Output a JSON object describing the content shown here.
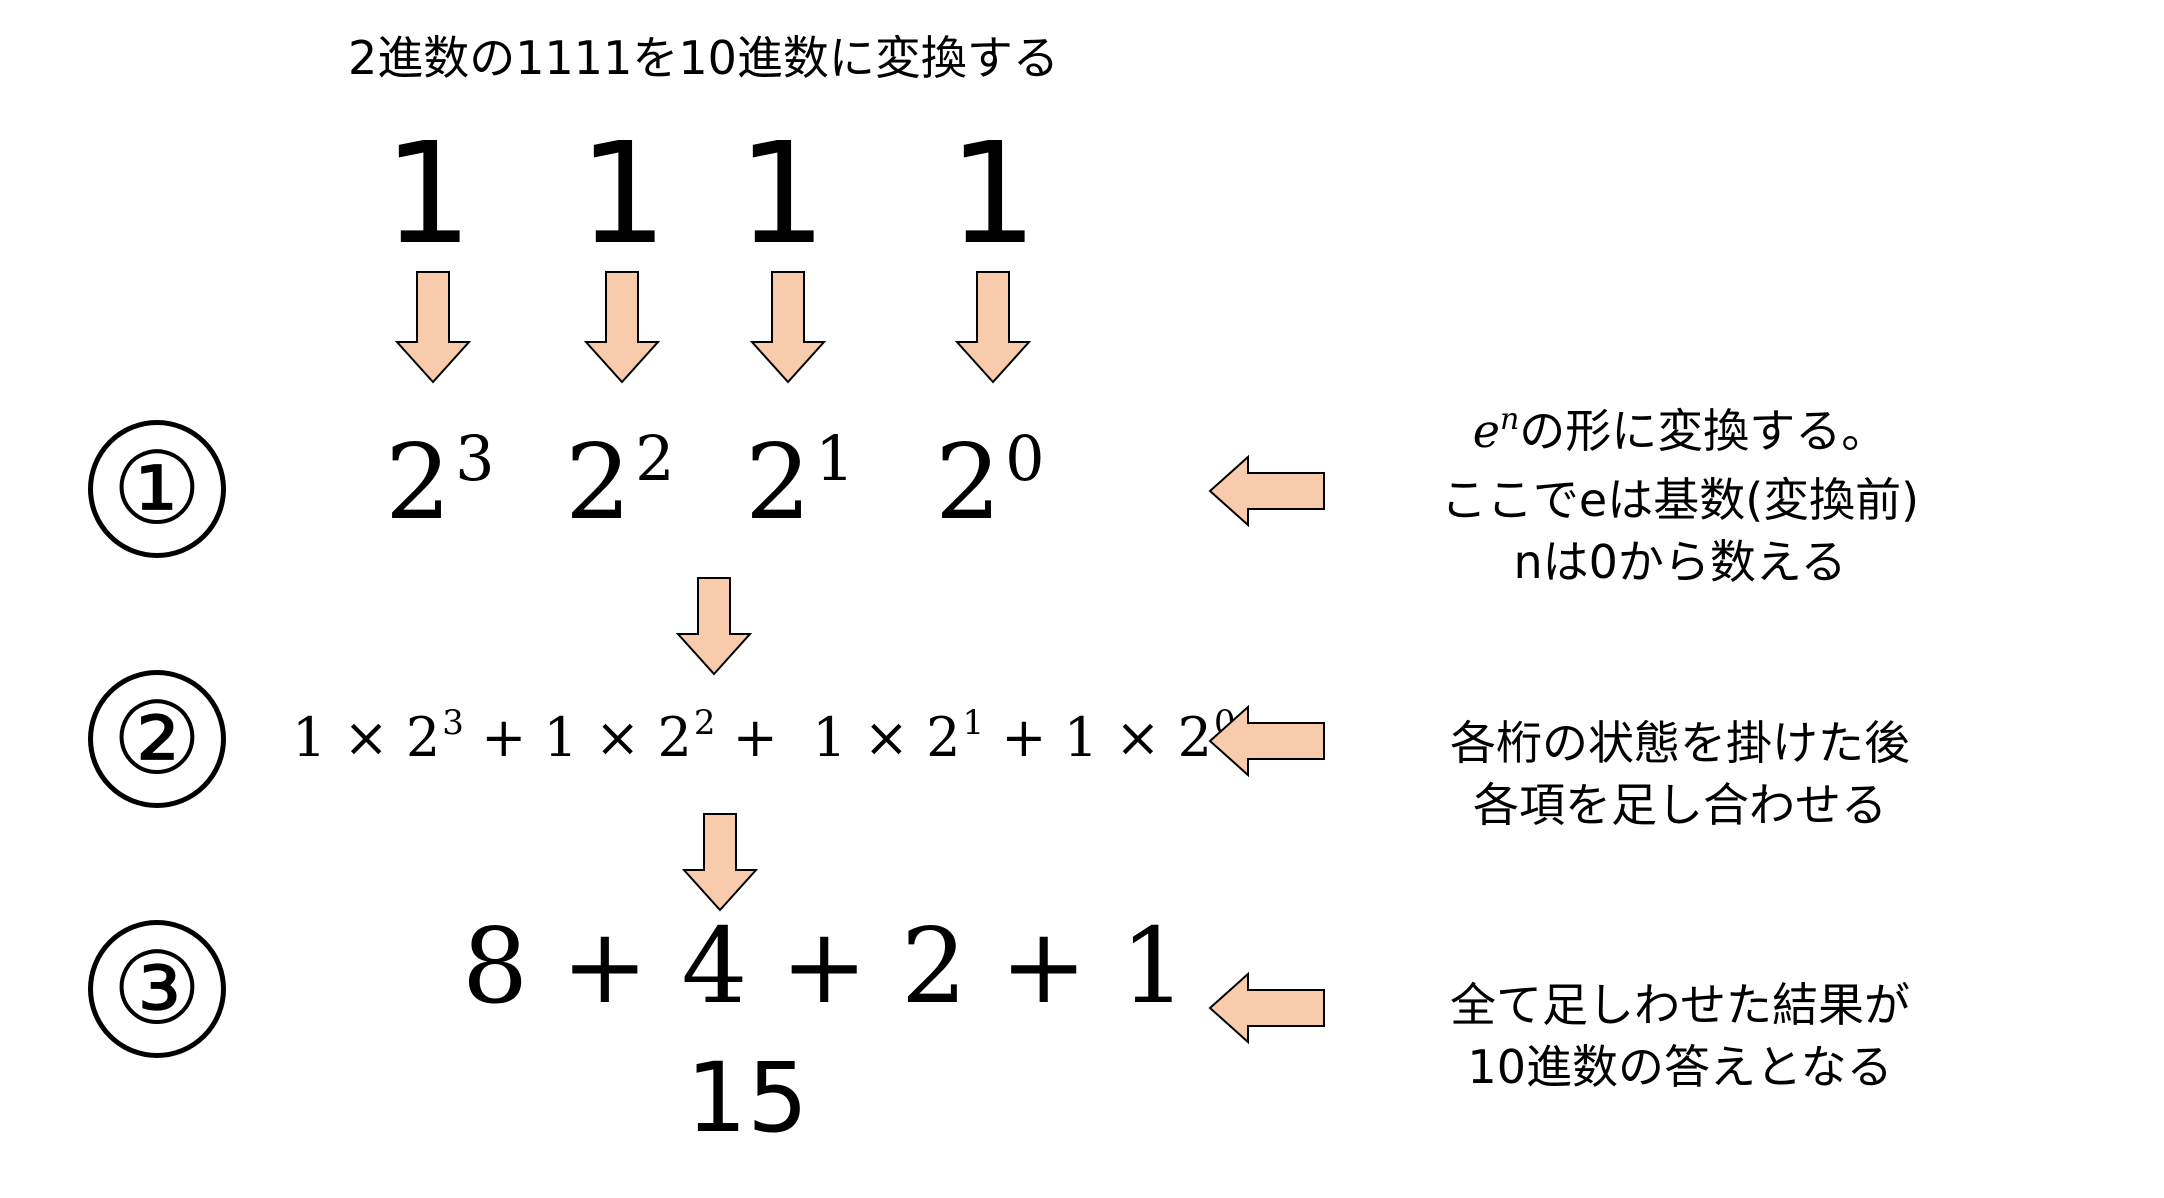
{
  "title": "2進数の1111を10進数に変換する",
  "binary_digits": [
    "1",
    "1",
    "1",
    "1"
  ],
  "steps": [
    {
      "marker": "①"
    },
    {
      "marker": "②"
    },
    {
      "marker": "③"
    }
  ],
  "powers": [
    {
      "base": "2",
      "exp": "3"
    },
    {
      "base": "2",
      "exp": "2"
    },
    {
      "base": "2",
      "exp": "1"
    },
    {
      "base": "2",
      "exp": "0"
    }
  ],
  "expression": {
    "term1": "1 × 2",
    "exp1": "3",
    "op1": " + ",
    "term2": "1 × 2",
    "exp2": "2",
    "op2": " +  ",
    "term3": "1 × 2",
    "exp3": "1",
    "op3": " + ",
    "term4": "1 × 2",
    "exp4": "0"
  },
  "sum": "8 + 4 + 2 + 1",
  "result": "15",
  "notes": {
    "step1": {
      "base_symbol": "e",
      "exp_symbol": "n",
      "line1_rest": "の形に変換する。",
      "line2": "ここでeは基数(変換前)",
      "line3": "nは0から数える"
    },
    "step2": {
      "line1": "各桁の状態を掛けた後",
      "line2": "各項を足し合わせる"
    },
    "step3": {
      "line1": "全て足しわせた結果が",
      "line2": "10進数の答えとなる"
    }
  },
  "colors": {
    "arrow_fill": "#f8cbad",
    "arrow_stroke": "#000000"
  }
}
